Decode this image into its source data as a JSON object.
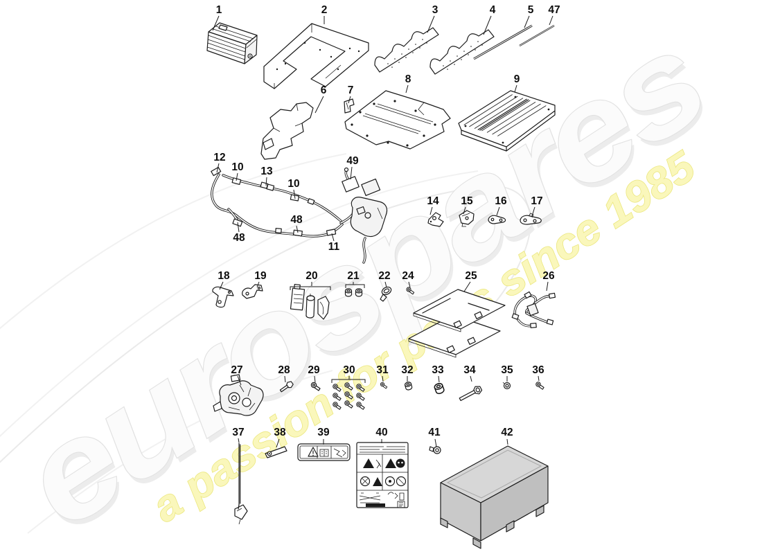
{
  "watermark": {
    "brand": "eurospares",
    "tagline": "a passion for parts since 1985"
  },
  "colors": {
    "line": "#1a1a1a",
    "brand_fill": "#fbfbfb",
    "brand_edge": "#e2e2e2",
    "brand_shadow": "#ececec",
    "tagline_fill": "#faf7bb",
    "tagline_edge": "#ebe77f",
    "crate_top": "#d7d7d7",
    "crate_front": "#c9c9c9",
    "crate_side": "#bfbfbf"
  },
  "diagram": {
    "background": "#ffffff",
    "callouts": [
      "1",
      "2",
      "3",
      "4",
      "5",
      "47",
      "6",
      "7",
      "8",
      "9",
      "12",
      "10",
      "13",
      "10",
      "49",
      "48",
      "48",
      "11",
      "14",
      "15",
      "16",
      "17",
      "18",
      "19",
      "20",
      "21",
      "22",
      "24",
      "25",
      "26",
      "27",
      "28",
      "29",
      "30",
      "31",
      "32",
      "33",
      "34",
      "35",
      "36",
      "37",
      "38",
      "39",
      "40",
      "41",
      "42"
    ]
  }
}
